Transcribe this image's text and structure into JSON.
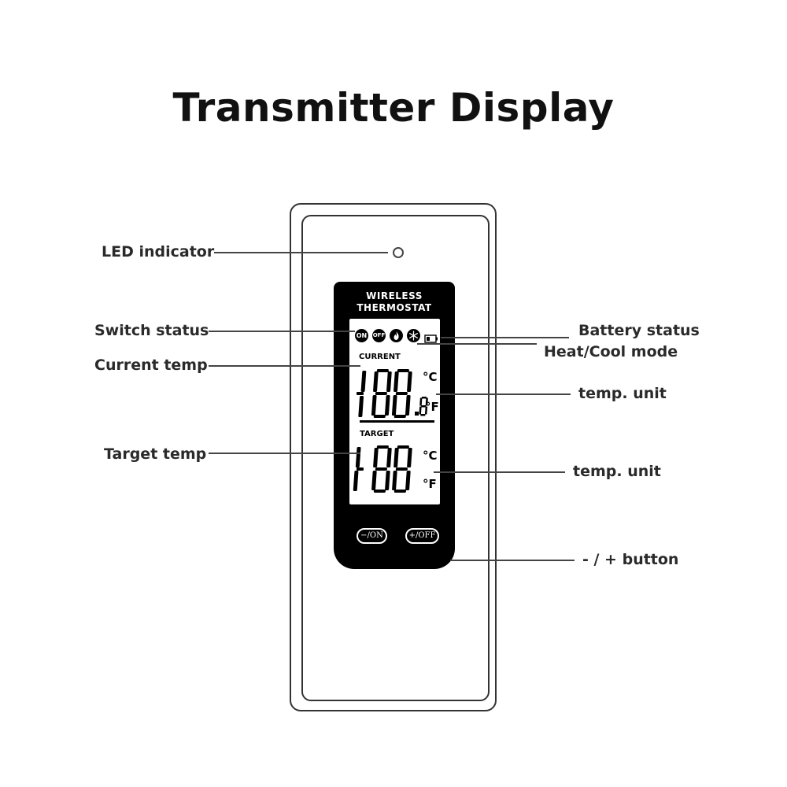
{
  "title": "Transmitter Display",
  "labels": {
    "led": "LED indicator",
    "switch": "Switch status",
    "current": "Current temp",
    "target": "Target temp",
    "battery": "Battery status",
    "heatcool": "Heat/Cool mode",
    "unit1": "temp. unit",
    "unit2": "temp. unit",
    "buttons": "- / + button"
  },
  "panel": {
    "title_line1": "WIRELESS",
    "title_line2": "THERMOSTAT"
  },
  "lcd": {
    "on_label": "ON",
    "off_label": "OFF",
    "current_label": "CURRENT",
    "target_label": "TARGET",
    "current_reading": "-188.8",
    "target_reading": "-188",
    "unit_c": "°C",
    "unit_f": "°F",
    "unit_c2": "°C",
    "unit_f2": "°F"
  },
  "buttons": {
    "minus_on": "−/ON",
    "plus_off": "+/OFF"
  },
  "colors": {
    "panel": "#000000",
    "lcd": "#ffffff",
    "outline": "#333333"
  },
  "icons": [
    "led-icon",
    "flame-icon",
    "snowflake-icon",
    "battery-icon"
  ]
}
